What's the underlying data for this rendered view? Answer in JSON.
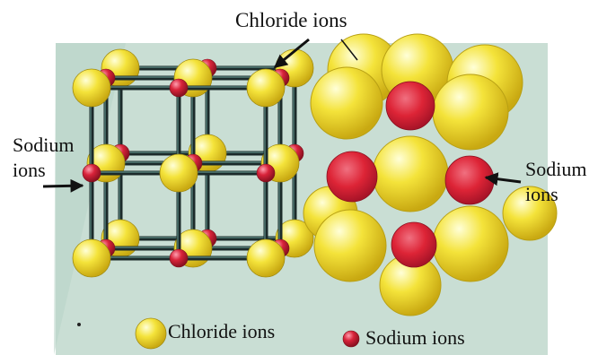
{
  "labels": {
    "top": "Chloride ions",
    "left_line1": "Sodium",
    "left_line2": "ions",
    "right_line1": "Sodium",
    "right_line2": "ions"
  },
  "legend": {
    "chloride": "Chloride ions",
    "sodium": "Sodium ions"
  },
  "colors": {
    "panel_background": "#c9ded4",
    "chloride": "#f4e33a",
    "sodium": "#d8233a",
    "rod": "#1b2a2a",
    "rod_highlight": "#5f8f88",
    "arrow": "#111111"
  }
}
